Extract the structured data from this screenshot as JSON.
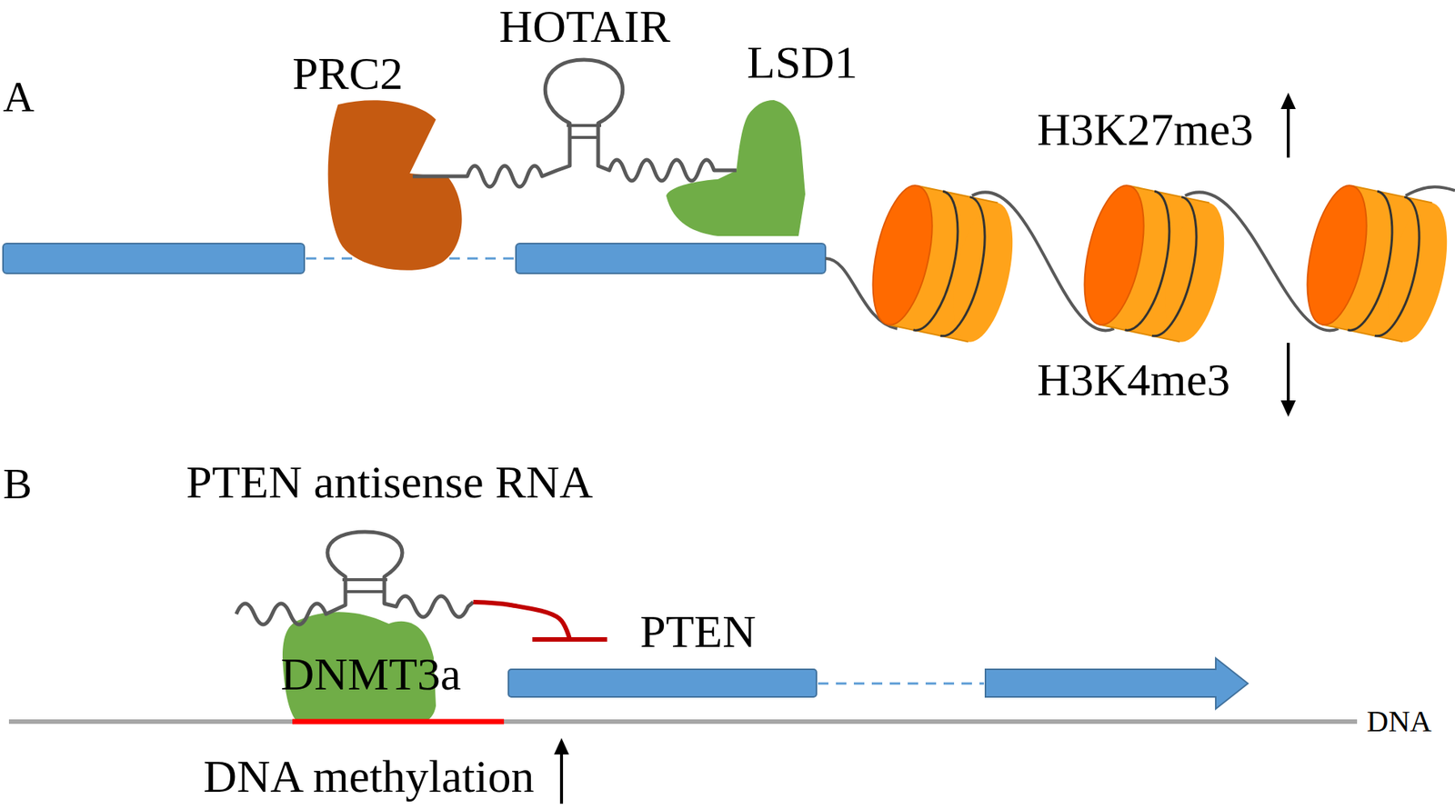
{
  "diagram": {
    "nodes": [
      {
        "text": [
          "PRC2"
        ]
      },
      {
        "text": [
          "HOTAIR"
        ]
      },
      {
        "text": [
          "LSD1"
        ]
      },
      {
        "text": [
          "PTEN antisense RNA"
        ]
      },
      {
        "text": [
          "DNMT3a"
        ]
      },
      {
        "text": [
          "PTEN"
        ]
      }
    ],
    "edges": [
      {
        "from": 3,
        "to": 5,
        "arrow": "to"
      }
    ],
    "labels": [
      "A",
      "H3K27me3",
      "H3K4me3",
      "B",
      "DNA methylation",
      "DNA"
    ]
  }
}
